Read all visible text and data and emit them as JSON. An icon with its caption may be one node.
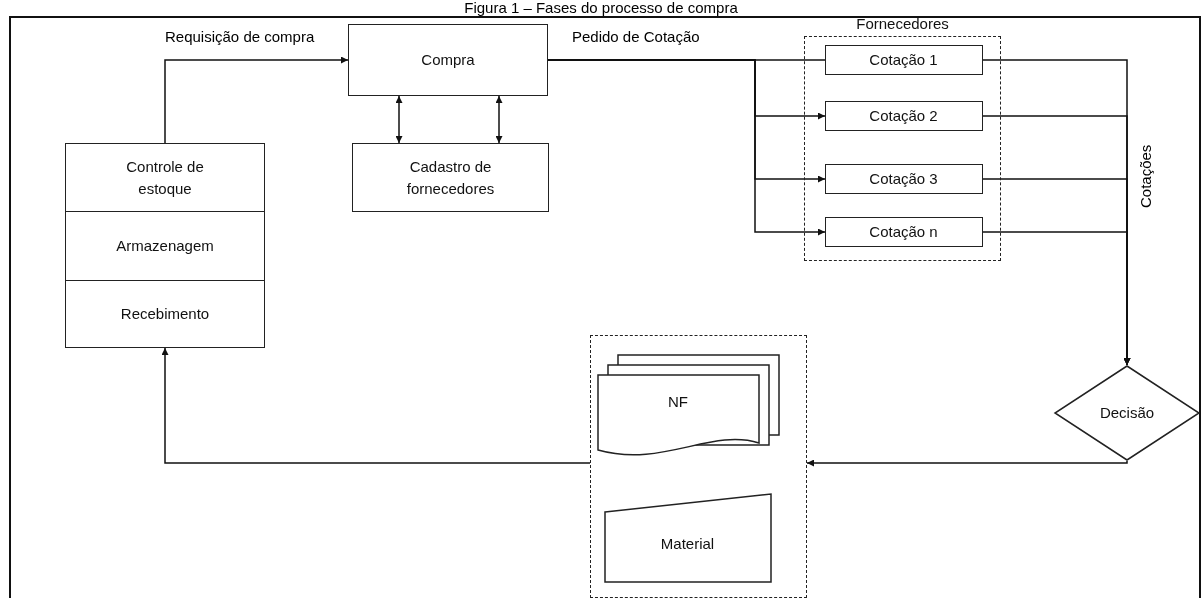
{
  "diagram": {
    "title": "Figura 1 – Fases do processo de compra",
    "nodes": [
      {
        "text": [
          "Compra"
        ]
      },
      {
        "text": [
          "Cadastro de fornecedores"
        ]
      },
      {
        "text": [
          "Controle de estoque"
        ]
      },
      {
        "text": [
          "Armazenagem"
        ]
      },
      {
        "text": [
          "Recebimento"
        ]
      },
      {
        "text": [
          "Fornecedores"
        ]
      },
      {
        "text": [
          "Cotação 1"
        ],
        "in": 5
      },
      {
        "text": [
          "Cotação 2"
        ],
        "in": 5
      },
      {
        "text": [
          "Cotação 3"
        ],
        "in": 5
      },
      {
        "text": [
          "Cotação n"
        ],
        "in": 5
      },
      {
        "text": [
          "Decisão"
        ]
      },
      {
        "text": [],
        "shape": "box"
      },
      {
        "text": [
          "NF"
        ],
        "in": 11
      },
      {
        "text": [
          "Material"
        ],
        "in": 11
      }
    ],
    "edges": [
      {
        "from": 2,
        "to": 0,
        "arrow": "to",
        "label": "Requisição de compra"
      },
      {
        "from": 0,
        "to": 1,
        "arrow": "both"
      },
      {
        "from": 0,
        "to": 1,
        "arrow": "both"
      },
      {
        "from": 0,
        "to": 6,
        "arrow": "none",
        "label": "Pedido de Cotação"
      },
      {
        "from": 0,
        "to": 7,
        "arrow": "to"
      },
      {
        "from": 0,
        "to": 8,
        "arrow": "to"
      },
      {
        "from": 0,
        "to": 9,
        "arrow": "to"
      },
      {
        "from": 6,
        "to": 10,
        "arrow": "to",
        "label": "Cotações"
      },
      {
        "from": 7,
        "to": 10,
        "arrow": "to"
      },
      {
        "from": 8,
        "to": 10,
        "arrow": "to"
      },
      {
        "from": 9,
        "to": 10,
        "arrow": "to"
      },
      {
        "from": 10,
        "to": 11,
        "arrow": "to"
      },
      {
        "from": 11,
        "to": 4,
        "arrow": "to"
      }
    ]
  }
}
